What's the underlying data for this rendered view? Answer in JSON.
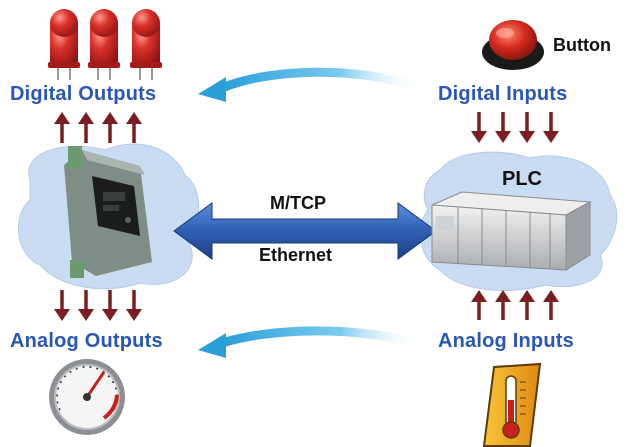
{
  "labels": {
    "digital_outputs": "Digital Outputs",
    "digital_inputs": "Digital Inputs",
    "analog_outputs": "Analog Outputs",
    "analog_inputs": "Analog Inputs",
    "button": "Button",
    "plc": "PLC",
    "protocol": "M/TCP",
    "network": "Ethernet"
  },
  "icons": {
    "leds": "led-icon",
    "push_button": "push-button-icon",
    "io_module": "io-module-icon",
    "plc_unit": "plc-unit-icon",
    "gauge": "pressure-gauge-icon",
    "thermometer": "thermometer-icon"
  },
  "colors": {
    "label_blue": "#2a56b8",
    "arrow_darkred": "#7a1f1f",
    "ethernet_blue": "#2f5fb3",
    "cloud_blue": "#c9dcf2",
    "led_red": "#c8201e"
  }
}
